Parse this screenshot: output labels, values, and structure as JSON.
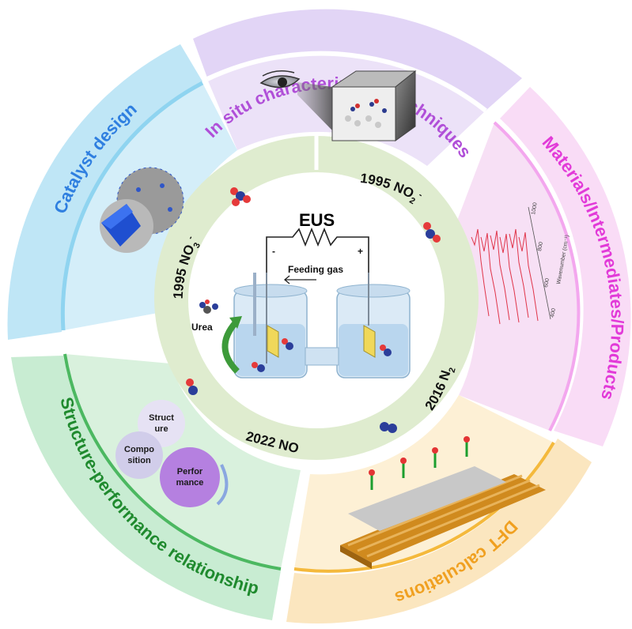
{
  "sectors": [
    {
      "label": "In situ characterization techniques",
      "color": "#b04fd8"
    },
    {
      "label": "Materials/Intermediates/Products",
      "color": "#e23ad8"
    },
    {
      "label": "DFT calculations",
      "color": "#f0a020"
    },
    {
      "label": "Structure-performance relationship",
      "color": "#1f8a2e"
    },
    {
      "label": "Catalyst design",
      "color": "#2f7fe0"
    }
  ],
  "timeline": {
    "nitrate": {
      "year": "1995",
      "species": "NO",
      "sub": "3",
      "sup": "-"
    },
    "nitrite": {
      "year": "1995",
      "species": "NO",
      "sub": "2",
      "sup": "-"
    },
    "nitrogen": {
      "year": "2016",
      "species": "N",
      "sub": "2"
    },
    "nitric_oxide": {
      "text": "2022 NO"
    }
  },
  "center": {
    "title": "EUS",
    "minus": "-",
    "plus": "+",
    "feeding_gas": "Feeding gas",
    "urea": "Urea"
  },
  "gears": {
    "structure_line1": "Struct",
    "structure_line2": "ure",
    "composition_line1": "Compo",
    "composition_line2": "sition",
    "performance_line1": "Perfor",
    "performance_line2": "mance"
  },
  "spectrum_axis": {
    "label": "Wavenumber (cm⁻¹)",
    "ticks": [
      "1000",
      "800",
      "600",
      "400"
    ]
  }
}
